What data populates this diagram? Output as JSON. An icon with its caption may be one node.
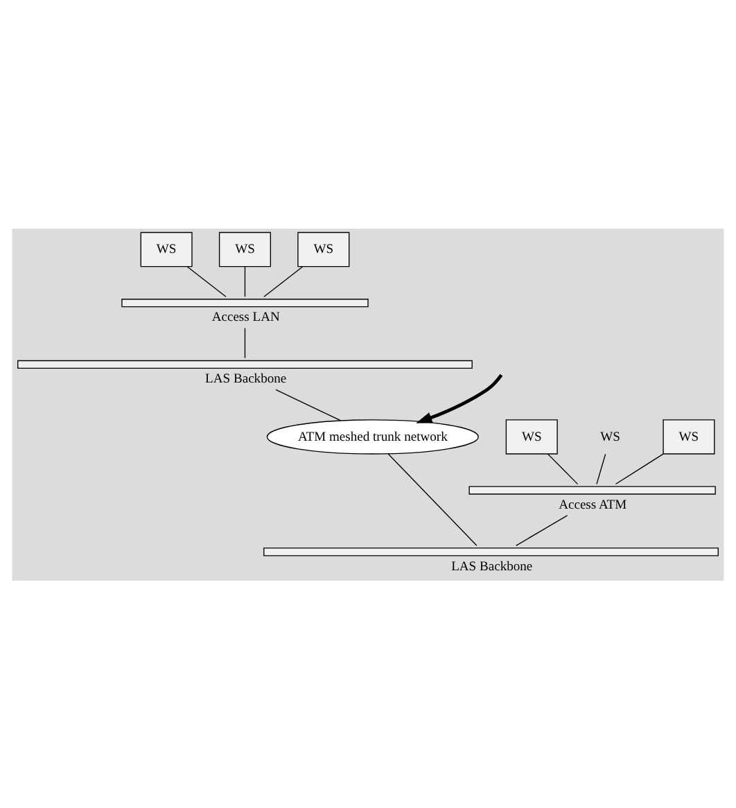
{
  "diagram": {
    "nodes": [
      {
        "text": [
          "WS"
        ]
      },
      {
        "text": [
          "WS"
        ]
      },
      {
        "text": [
          "WS"
        ]
      },
      {
        "text": [
          "Access LAN"
        ]
      },
      {
        "text": [
          "LAS Backbone"
        ]
      },
      {
        "text": [
          "ATM meshed trunk network"
        ]
      },
      {
        "text": [
          "WS"
        ]
      },
      {
        "text": [
          "WS"
        ]
      },
      {
        "text": [
          "WS"
        ]
      },
      {
        "text": [
          "Access ATM"
        ]
      },
      {
        "text": [
          "LAS Backbone"
        ]
      }
    ],
    "edges": [
      {
        "from": 0,
        "to": 3,
        "arrow": "none"
      },
      {
        "from": 1,
        "to": 3,
        "arrow": "none"
      },
      {
        "from": 2,
        "to": 3,
        "arrow": "none"
      },
      {
        "from": 3,
        "to": 4,
        "arrow": "none"
      },
      {
        "from": 4,
        "to": 5,
        "arrow": "none"
      },
      {
        "from": null,
        "to": 5,
        "arrow": "to",
        "style": "thick"
      },
      {
        "from": 6,
        "to": 9,
        "arrow": "none"
      },
      {
        "from": 7,
        "to": 9,
        "arrow": "none"
      },
      {
        "from": 8,
        "to": 9,
        "arrow": "none"
      },
      {
        "from": 9,
        "to": 10,
        "arrow": "none"
      },
      {
        "from": 5,
        "to": 10,
        "arrow": "none"
      }
    ]
  }
}
